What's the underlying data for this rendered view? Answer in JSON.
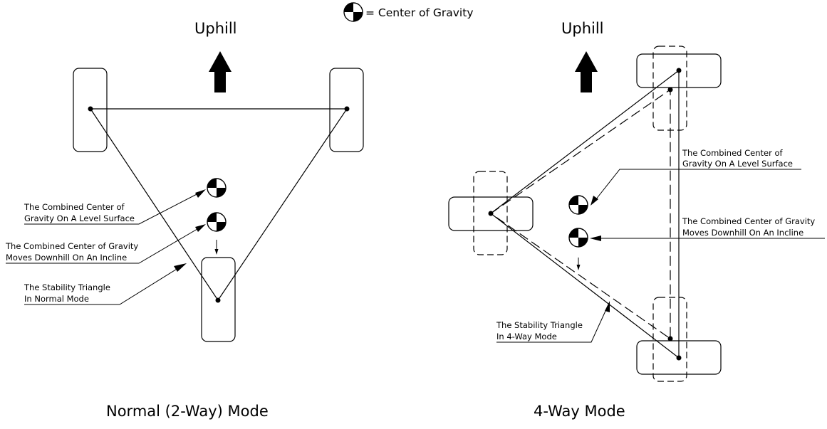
{
  "legend": {
    "text": "= Center of Gravity",
    "symbol_icon": "center-of-gravity-icon"
  },
  "left_panel": {
    "uphill_label": "Uphill",
    "caption": "Normal (2-Way) Mode",
    "callout_level": {
      "line1": "The Combined Center of",
      "line2": "Gravity On A Level Surface"
    },
    "callout_incline": {
      "line1": "The Combined Center of Gravity",
      "line2": "Moves Downhill On An Incline"
    },
    "callout_triangle": {
      "line1": "The Stability Triangle",
      "line2": "In Normal Mode"
    }
  },
  "right_panel": {
    "uphill_label": "Uphill",
    "caption": "4-Way Mode",
    "callout_level": {
      "line1": "The Combined Center of",
      "line2": "Gravity On A Level Surface"
    },
    "callout_incline": {
      "line1": "The Combined Center of Gravity",
      "line2": "Moves Downhill On An Incline"
    },
    "callout_triangle": {
      "line1": "The Stability Triangle",
      "line2": "In 4-Way Mode"
    }
  },
  "colors": {
    "ink": "#000000",
    "background": "#ffffff"
  }
}
